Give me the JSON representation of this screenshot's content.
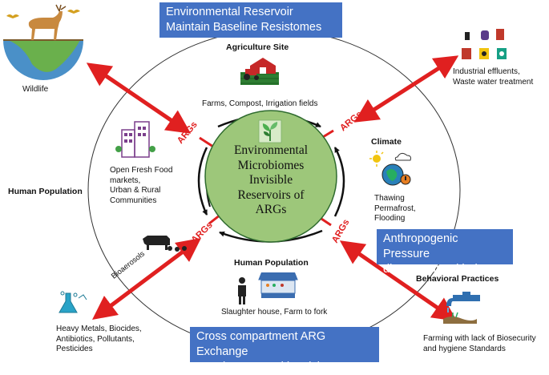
{
  "banners": {
    "top_line1": "Environmental Reservoir",
    "top_line2": "Maintain Baseline Resistomes",
    "anthro_line1": "Anthropogenic Pressure",
    "anthro_line2": "disrupt Natural balance",
    "cross_line1": "Cross compartment ARG Exchange",
    "cross_line2": "–Fuels One Health Crisis"
  },
  "center": {
    "line1": "Environmental",
    "line2": "Microbiomes",
    "line3": "Invisible",
    "line4": "Reservoirs of",
    "line5": "ARGs"
  },
  "args_label": "ARGs",
  "sections": {
    "agriculture_title": "Agriculture Site",
    "agriculture_caption": "Farms, Compost, Irrigation fields",
    "climate_title": "Climate",
    "climate_line1": "Thawing",
    "climate_line2": "Permafrost,",
    "climate_line3": "Flooding",
    "human_pop_left": "Human Population",
    "human_pop_bottom": "Human Population",
    "slaughter_caption": "Slaughter house, Farm to fork",
    "markets_line1": "Open Fresh Food",
    "markets_line2": "markets,",
    "markets_line3": "Urban & Rural",
    "markets_line4": "Communities",
    "behavioral_title": "Behavioral Practices"
  },
  "corners": {
    "wildlife": "Wildlife",
    "industrial_line1": "Industrial effluents,",
    "industrial_line2": "Waste water treatment",
    "bioaerosols": "Bioaerosols",
    "heavy_line1": "Heavy Metals, Biocides,",
    "heavy_line2": "Antibiotics, Pollutants,",
    "heavy_line3": "Pesticides",
    "farming_line1": "Farming with lack of  Biosecurity",
    "farming_line2": "and hygiene Standards"
  },
  "colors": {
    "banner": "#4472c4",
    "center_fill": "#9dc77a",
    "arrow_red": "#e02020",
    "args_red": "#e02020"
  },
  "icons": [
    "deer-icon",
    "globe-icon",
    "bird-icon",
    "chemical-bottles-icon",
    "barn-icon",
    "tractor-icon",
    "buildings-icon",
    "cattle-icon",
    "chicken-icon",
    "sun-cloud-icon",
    "person-icon",
    "market-stall-icon",
    "flask-icon",
    "faucet-icon",
    "sprout-icon"
  ]
}
